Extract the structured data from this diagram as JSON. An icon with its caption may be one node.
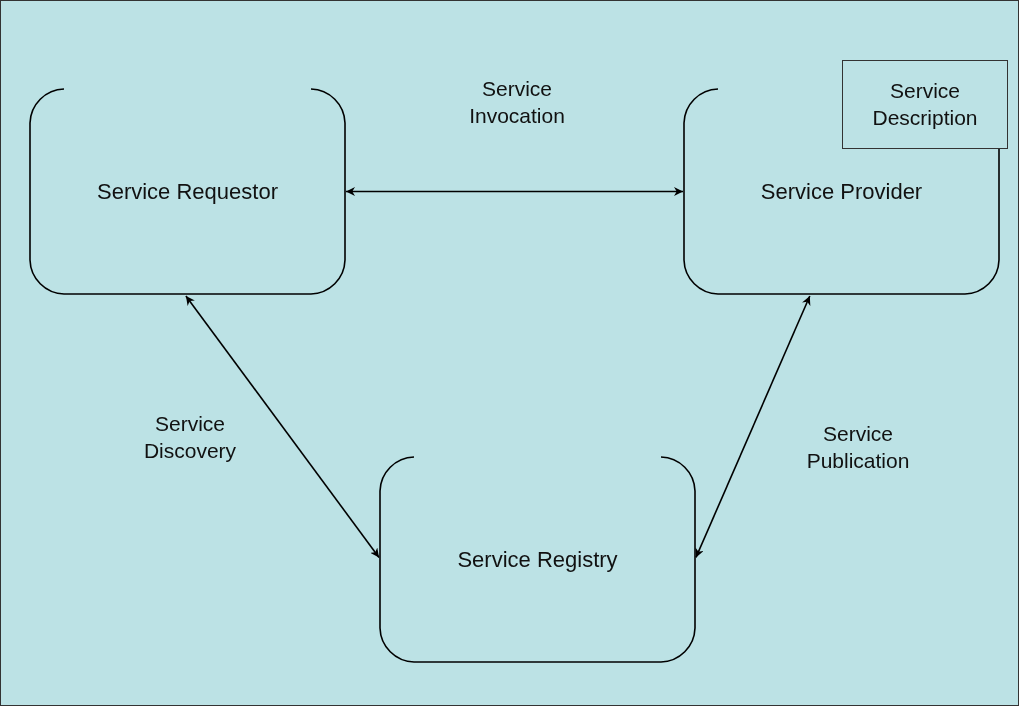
{
  "diagram": {
    "nodes": [
      {
        "text": [
          "Service Requestor"
        ]
      },
      {
        "text": [
          "Service Description"
        ]
      },
      {
        "text": [
          "Service Provider"
        ]
      },
      {
        "text": [
          "Service Registry"
        ]
      }
    ],
    "edges": [
      {
        "from": 0,
        "to": 2,
        "arrow": "both",
        "label": "Service Invocation"
      },
      {
        "from": 0,
        "to": 3,
        "arrow": "both",
        "label": "Service Discovery"
      },
      {
        "from": 3,
        "to": 2,
        "arrow": "both",
        "label": "Service Publication"
      }
    ]
  }
}
